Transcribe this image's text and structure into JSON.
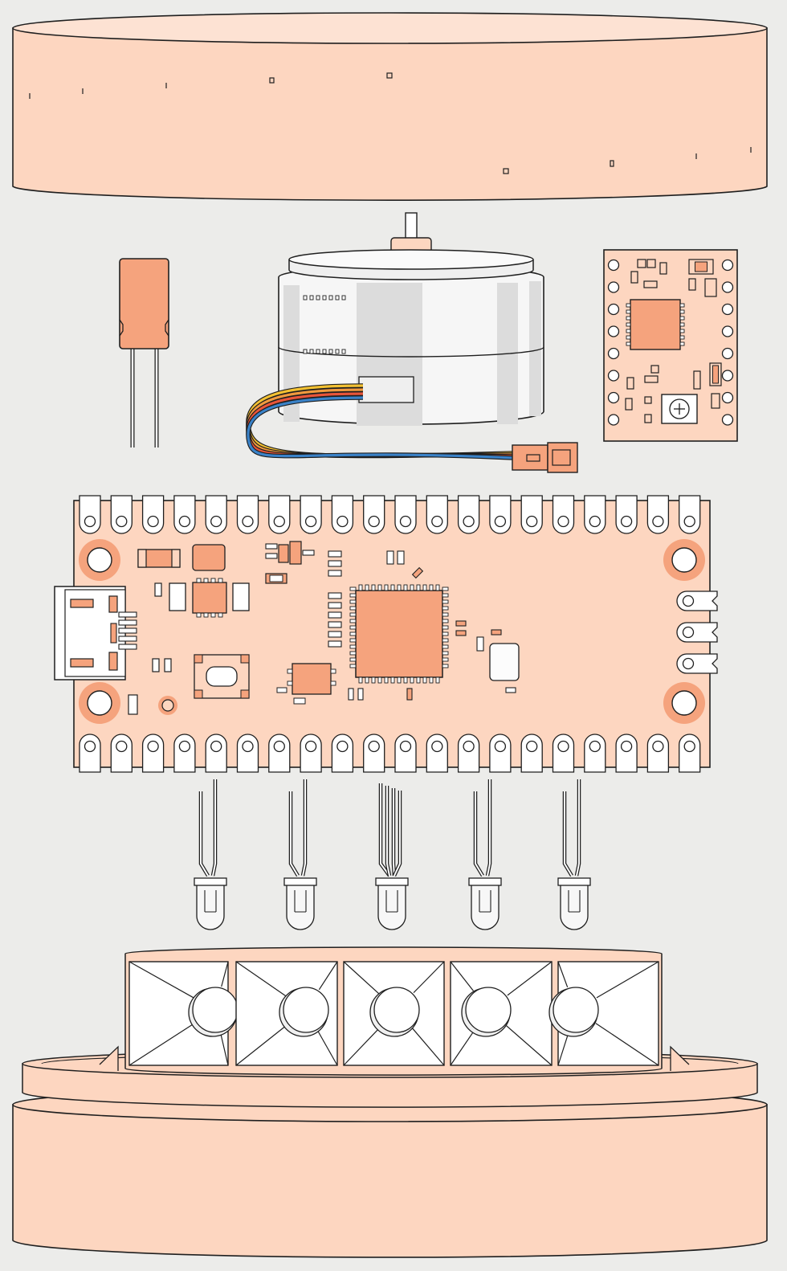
{
  "diagram": {
    "kind": "exploded-view illustration",
    "text_labels": []
  },
  "colors": {
    "background": "#ececea",
    "peach": "#fdd6c0",
    "peach_light": "#fde2d3",
    "salmon": "#f5a37d",
    "outline": "#1f1f1f",
    "white": "#ffffff",
    "grey": "#d4d4d4",
    "wire_red": "#e8553a",
    "wire_orange": "#f19a3e",
    "wire_yellow": "#f3c132",
    "wire_blue": "#3a82c8"
  },
  "components": {
    "top_shell": {
      "label": ""
    },
    "capacitor": {
      "label": ""
    },
    "stepper_motor": {
      "label": ""
    },
    "motor_driver_board": {
      "label": ""
    },
    "microcontroller_board": {
      "label": "",
      "pin_count_per_side": 20
    },
    "leds": {
      "count": 5
    },
    "led_holder": {
      "cells": 5
    },
    "base_shell": {
      "label": ""
    }
  }
}
